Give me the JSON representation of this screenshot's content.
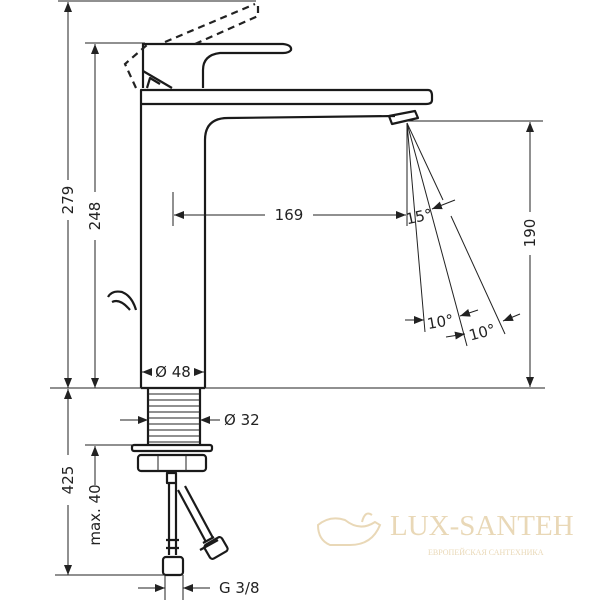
{
  "dimensions": {
    "total_height": "279",
    "lever_height": "248",
    "spout_reach": "169",
    "spout_height": "190",
    "body_diameter": "Ø 48",
    "shank_diameter": "Ø 32",
    "shank_length": "425",
    "max_counter_thickness": "max. 40",
    "connection": "G 3/8",
    "spray_angle_1": "15°",
    "spray_angle_2": "10°",
    "spray_angle_3": "10°"
  },
  "watermark": {
    "brand": "LUX-SANTEH",
    "tagline": "ЕВРОПЕЙСКАЯ САНТЕХНИКА",
    "color": "#e6d2ab"
  }
}
